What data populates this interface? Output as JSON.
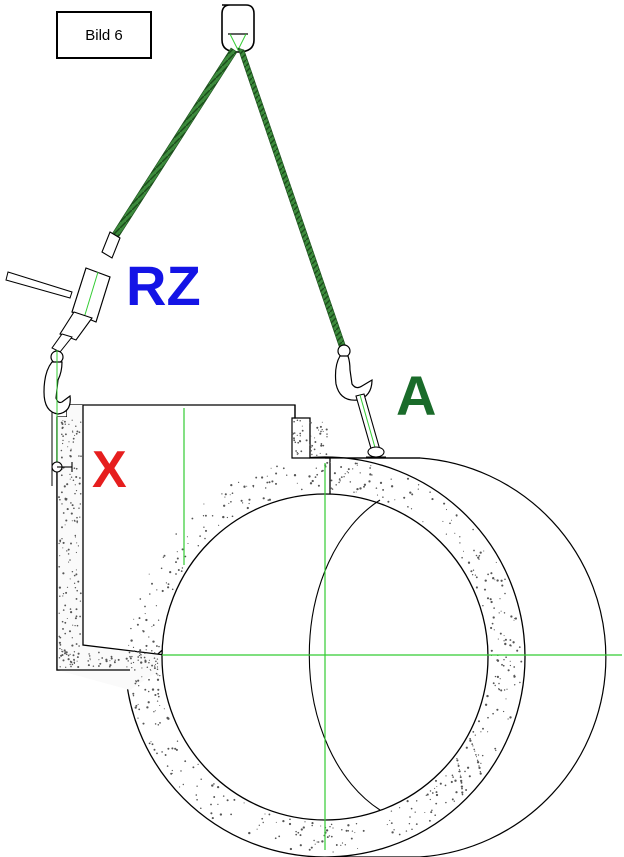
{
  "figure": {
    "caption": "Bild 6",
    "labels": {
      "rz": "RZ",
      "a": "A",
      "x": "X"
    }
  },
  "colors": {
    "line": "#000000",
    "center_lines": "#33cc33",
    "chain": "#2e7d32",
    "label_rz": "#1414e6",
    "label_a": "#1a6b2a",
    "label_x": "#e61e1e",
    "concrete_dots": "#555555"
  }
}
